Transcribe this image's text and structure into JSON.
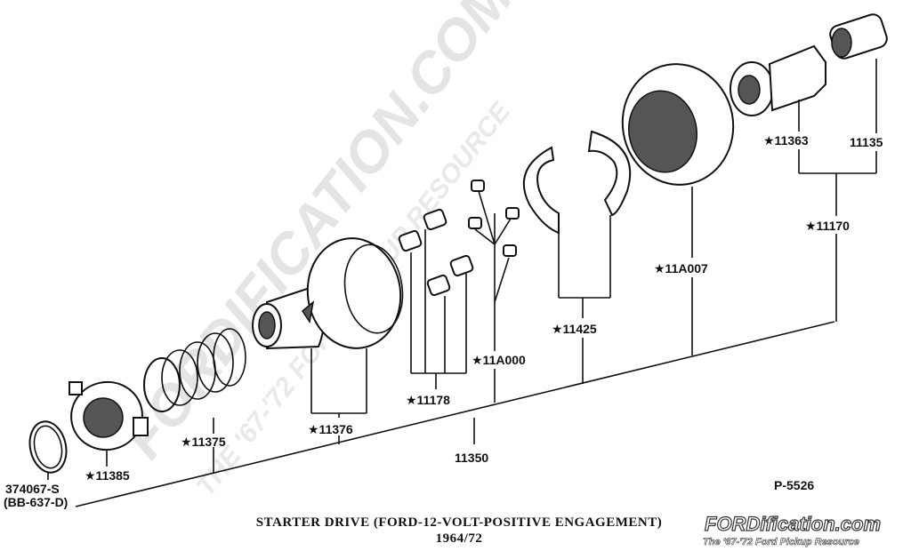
{
  "caption": {
    "line1": "STARTER DRIVE (FORD-12-VOLT-POSITIVE ENGAGEMENT)",
    "line2": "1964/72"
  },
  "figure_id": "P-5526",
  "watermark": {
    "center_text": "FORDIFICATION.COM",
    "center_sub": "THE '67-'72 FORD PICKUP RESOURCE",
    "logo_text": "FORDification.com",
    "logo_sub": "The '67-'72 Ford Pickup Resource"
  },
  "labels": {
    "l_374067": "374067-S",
    "l_bb637": "(BB-637-D)",
    "l_11385": "★11385",
    "l_11375": "★11375",
    "l_11376": "★11376",
    "l_11178": "★11178",
    "l_11350": "11350",
    "l_11a000": "★11A000",
    "l_11425": "★11425",
    "l_11a007": "★11A007",
    "l_11170": "★11170",
    "l_11363": "★11363",
    "l_11135": "11135"
  },
  "colors": {
    "ink": "#111111",
    "watermark": "#cfcfcf",
    "paper": "#ffffff"
  }
}
